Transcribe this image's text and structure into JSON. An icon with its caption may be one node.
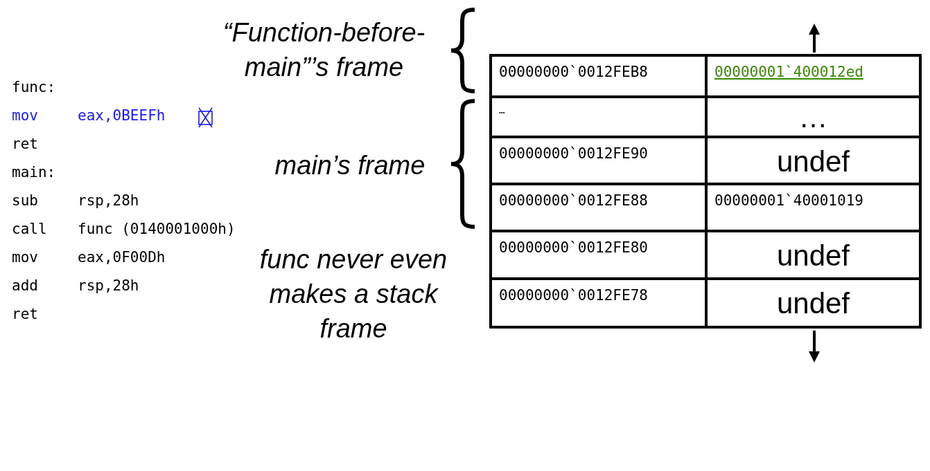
{
  "diagram": {
    "labels": [
      "“Function-before-main”’s frame",
      "func:",
      "mov",
      "eax,0BEEFh",
      "ret",
      "main:",
      "sub",
      "rsp,28h",
      "call",
      "func (0140001000h)",
      "mov",
      "eax,0F00Dh",
      "add",
      "rsp,28h",
      "ret",
      "main’s frame",
      "func never even makes a stack frame",
      "00000000`0012FEB8",
      "00000001`400012ed",
      "…",
      "…",
      "00000000`0012FE90",
      "undef",
      "00000000`0012FE88",
      "00000001`40001019",
      "00000000`0012FE80",
      "undef",
      "00000000`0012FE78",
      "undef"
    ]
  }
}
